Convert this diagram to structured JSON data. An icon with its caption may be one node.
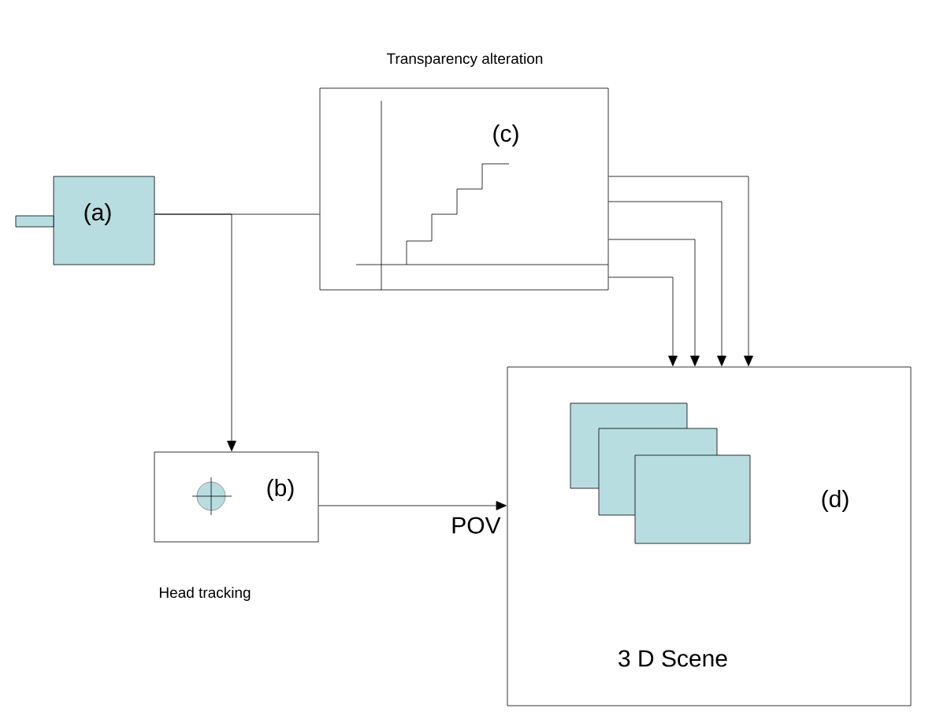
{
  "diagram": {
    "nodes": [
      {
        "text": [
          "(a)"
        ]
      },
      {
        "text": [
          "Transparency alteration",
          "(c)"
        ]
      },
      {
        "text": [
          "(b)"
        ],
        "beside": [
          "Head tracking"
        ]
      },
      {
        "text": [
          "(d)",
          "3 D Scene"
        ]
      }
    ],
    "edges": [
      {
        "from": 0,
        "to": 1,
        "arrow": "none"
      },
      {
        "from": 0,
        "to": 2,
        "arrow": "to"
      },
      {
        "from": 2,
        "to": 3,
        "arrow": "to",
        "label": "POV"
      },
      {
        "from": 1,
        "to": 3,
        "arrow": "to"
      },
      {
        "from": 1,
        "to": 3,
        "arrow": "to"
      },
      {
        "from": 1,
        "to": 3,
        "arrow": "to"
      },
      {
        "from": 1,
        "to": 3,
        "arrow": "to"
      }
    ]
  }
}
